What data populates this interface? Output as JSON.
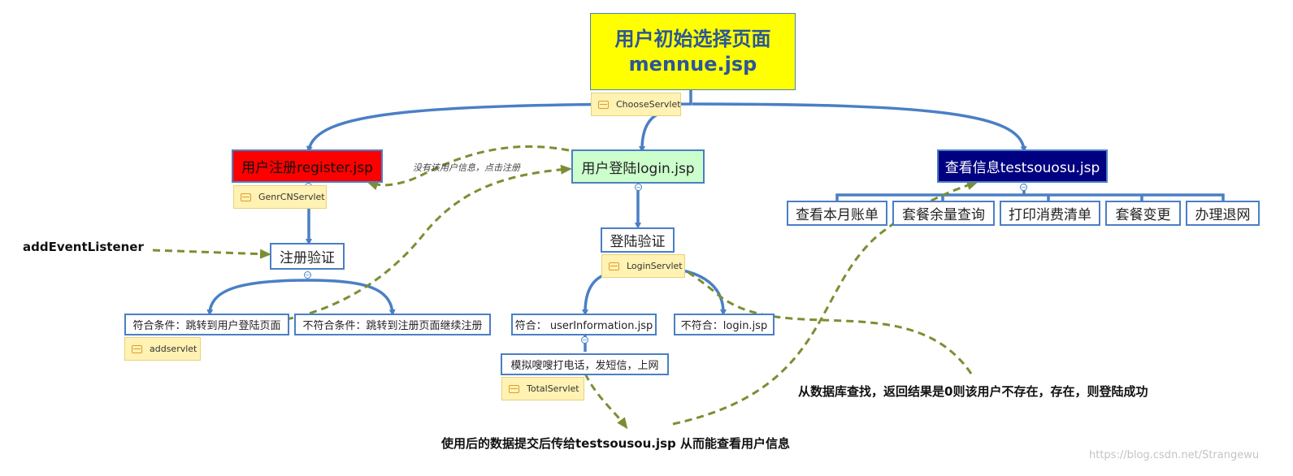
{
  "root": {
    "title": "用户初始选择页面",
    "file": "mennue.jsp",
    "servlet": "ChooseServlet"
  },
  "register": {
    "label": "用户注册register.jsp",
    "servlet": "GenrCNServlet"
  },
  "login": {
    "label": "用户登陆login.jsp"
  },
  "info": {
    "label": "查看信息testsouosu.jsp",
    "children": [
      "查看本月账单",
      "套餐余量查询",
      "打印消费清单",
      "套餐变更",
      "办理退网"
    ]
  },
  "reg_verify": {
    "label": "注册验证"
  },
  "reg_ok": {
    "label": "符合条件：跳转到用户登陆页面",
    "servlet": "addservlet"
  },
  "reg_fail": {
    "label": "不符合条件：跳转到注册页面继续注册"
  },
  "login_verify": {
    "label": "登陆验证",
    "servlet": "LoginServlet"
  },
  "login_ok": {
    "label": "符合：  userInformation.jsp"
  },
  "login_fail": {
    "label": "不符合：login.jsp"
  },
  "simulate": {
    "label": "模拟嗖嗖打电话，发短信，上网",
    "servlet": "TotalServlet"
  },
  "annotations": {
    "event_listener": "addEventListener",
    "no_user": "没有该用户信息，点击注册",
    "db_lookup": "从数据库查找，返回结果是0则该用户不存在，存在，则登陆成功",
    "submit": "使用后的数据提交后传给testsousou.jsp 从而能查看用户信息"
  },
  "watermark": "https://blog.csdn.net/Strangewu",
  "colors": {
    "connector": "#4a7fc5",
    "dashed": "#7a8f33",
    "note_fill": "#fff2b3",
    "root_fill": "#ffff00",
    "register_fill": "#ff0000",
    "login_fill": "#ccffcc",
    "info_fill": "#000080"
  }
}
